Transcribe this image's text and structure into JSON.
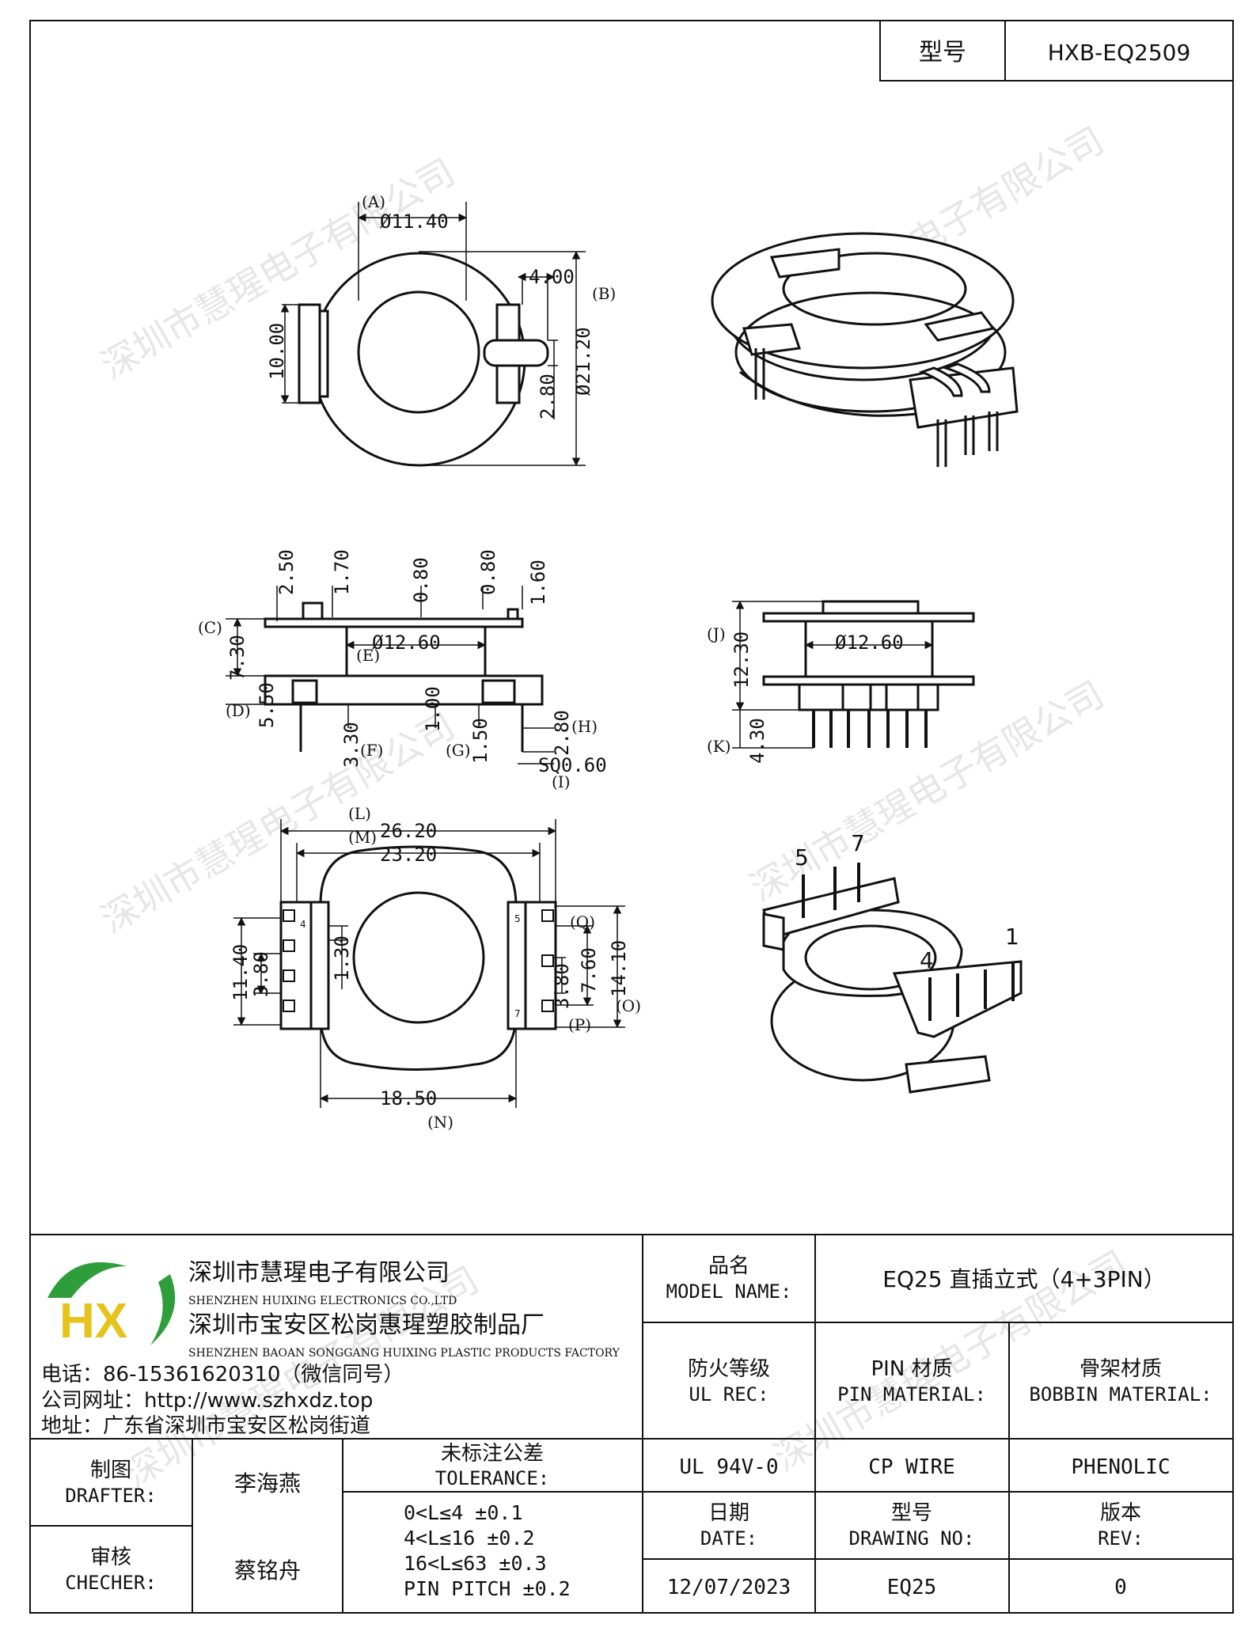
{
  "header": {
    "model_label": "型号",
    "model_value": "HXB-EQ2509"
  },
  "watermark": "深圳市慧瑆电子有限公司",
  "dims": {
    "top": {
      "a_label": "(A)",
      "a_value": "Ø11.40",
      "b_label": "(B)",
      "b_value": "Ø21.20",
      "w4": "4.00",
      "h10": "10.00",
      "h2_8": "2.80"
    },
    "side": {
      "c_label": "(C)",
      "c_value": "7.30",
      "d_label": "(D)",
      "d_value": "5.50",
      "e_label": "(E)",
      "e_value": "Ø12.60",
      "f_label": "(F)",
      "f_value": "3.30",
      "g_label": "(G)",
      "g_value": "1.50",
      "h_label": "(H)",
      "h_value": "2.80",
      "i_label": "(I)",
      "i_value": "SQ0.60",
      "v2_50": "2.50",
      "v1_70": "1.70",
      "v0_80a": "0.80",
      "v0_80b": "0.80",
      "v1_60": "1.60",
      "v1_00": "1.00"
    },
    "front": {
      "j_label": "(J)",
      "j_value": "12.30",
      "k_label": "(K)",
      "k_value": "4.30",
      "dia": "Ø12.60"
    },
    "bottom": {
      "l_label": "(L)",
      "l_value": "26.20",
      "m_label": "(M)",
      "m_value": "23.20",
      "n_label": "(N)",
      "n_value": "18.50",
      "o_label": "(O)",
      "o_value": "14.10",
      "p_label": "(P)",
      "p_value": "3.80",
      "q_label": "(Q)",
      "q_value": "7.60",
      "h11_40": "11.40",
      "h3_80": "3.80",
      "h1_30": "1.30",
      "pin4": "4",
      "pin5": "5",
      "pin7": "7"
    },
    "iso_pins": {
      "p5": "5",
      "p7": "7",
      "p1": "1",
      "p4": "4"
    }
  },
  "title_block": {
    "company_cn": "深圳市慧瑆电子有限公司",
    "company_en": "SHENZHEN HUIXING ELECTRONICS CO.,LTD",
    "factory_cn": "深圳市宝安区松岗惠瑆塑胶制品厂",
    "factory_en": "SHENZHEN BAOAN SONGGANG HUIXING PLASTIC PRODUCTS FACTORY",
    "phone": "电话：86-15361620310（微信同号）",
    "website": "公司网址：http://www.szhxdz.top",
    "address": "地址：广东省深圳市宝安区松岗街道",
    "logo_text": "HX",
    "model_name_cn": "品名",
    "model_name_en": "MODEL NAME:",
    "model_name_value": "EQ25 直插立式（4+3PIN）",
    "ul_cn": "防火等级",
    "ul_en": "UL REC:",
    "pin_cn": "PIN 材质",
    "pin_en": "PIN MATERIAL:",
    "bobbin_cn": "骨架材质",
    "bobbin_en": "BOBBIN MATERIAL:",
    "ul_value": "UL 94V-0",
    "pin_value": "CP WIRE",
    "bobbin_value": "PHENOLIC",
    "drafter_cn": "制图",
    "drafter_en": "DRAFTER:",
    "drafter_name": "李海燕",
    "checker_cn": "审核",
    "checker_en": "CHECHER:",
    "checker_name": "蔡铭舟",
    "tolerance_cn": "未标注公差",
    "tolerance_en": "TOLERANCE:",
    "tol1": "0<L≤4   ±0.1",
    "tol2": "4<L≤16  ±0.2",
    "tol3": "16<L≤63 ±0.3",
    "tol4": "PIN PITCH ±0.2",
    "date_cn": "日期",
    "date_en": "DATE:",
    "drawing_cn": "型号",
    "drawing_en": "DRAWING NO:",
    "rev_cn": "版本",
    "rev_en": "REV:",
    "date_value": "12/07/2023",
    "drawing_value": "EQ25",
    "rev_value": "0"
  },
  "colors": {
    "logo_green": "#2e9e3a",
    "logo_yellow": "#e6c21a",
    "line": "#111111"
  }
}
